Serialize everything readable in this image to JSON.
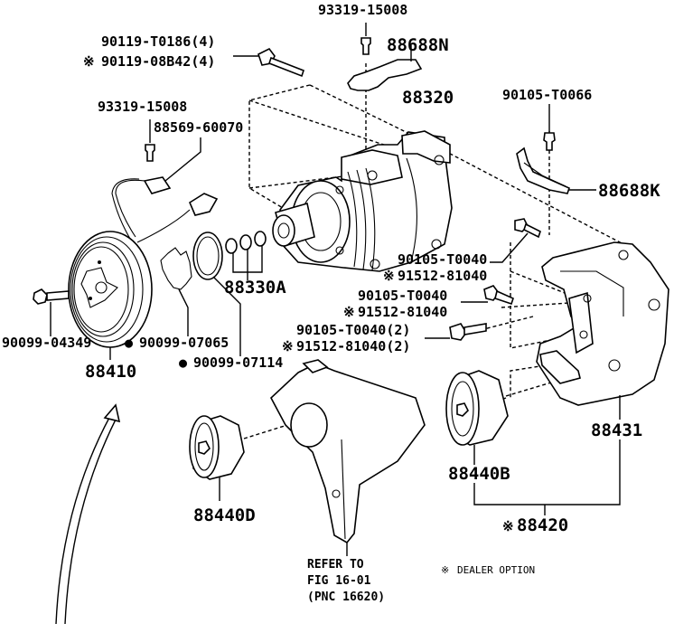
{
  "diagram": {
    "type": "exploded-parts-diagram",
    "subject": "A/C compressor and mounting",
    "marker_symbols": {
      "dealer_option": "※",
      "filled_bullet": "●"
    },
    "parts": {
      "bolt_top_compressor": {
        "number": "93319-15008"
      },
      "bracket_88688n": {
        "number": "88688N"
      },
      "bolt_90119": {
        "number": "90119-T0186(4)",
        "alt_prefix": "※",
        "alt_number": "90119-08B42(4)"
      },
      "compressor": {
        "number": "88320"
      },
      "bolt_90105_t0066": {
        "number": "90105-T0066"
      },
      "bracket_88688k": {
        "number": "88688K"
      },
      "bolt_clutch_wire": {
        "number": "93319-15008"
      },
      "wire_88569": {
        "number": "88569-60070"
      },
      "shims": {
        "number": "88330A"
      },
      "bolt_bracket_1": {
        "number": "90105-T0040",
        "alt_prefix": "※",
        "alt_number": "91512-81040"
      },
      "bolt_bracket_2": {
        "number": "90105-T0040",
        "alt_prefix": "※",
        "alt_number": "91512-81040"
      },
      "bolt_bracket_3": {
        "number": "90105-T0040(2)",
        "alt_prefix": "※",
        "alt_number": "91512-81040(2)"
      },
      "bolt_pulley": {
        "number": "90099-04349"
      },
      "snap_ring_1": {
        "prefix": "●",
        "number": "90099-07065"
      },
      "snap_ring_2": {
        "prefix": "●",
        "number": "90099-07114"
      },
      "clutch_pulley": {
        "number": "88410"
      },
      "bracket_88431": {
        "number": "88431"
      },
      "idler_88440b": {
        "number": "88440B"
      },
      "idler_88440d": {
        "number": "88440D"
      },
      "assembly_88420": {
        "prefix": "※",
        "number": "88420"
      }
    },
    "reference_note": {
      "line1": "REFER TO",
      "line2": "FIG 16-01",
      "line3": "(PNC 16620)"
    },
    "legend": {
      "symbol": "※",
      "text": "DEALER OPTION"
    }
  }
}
